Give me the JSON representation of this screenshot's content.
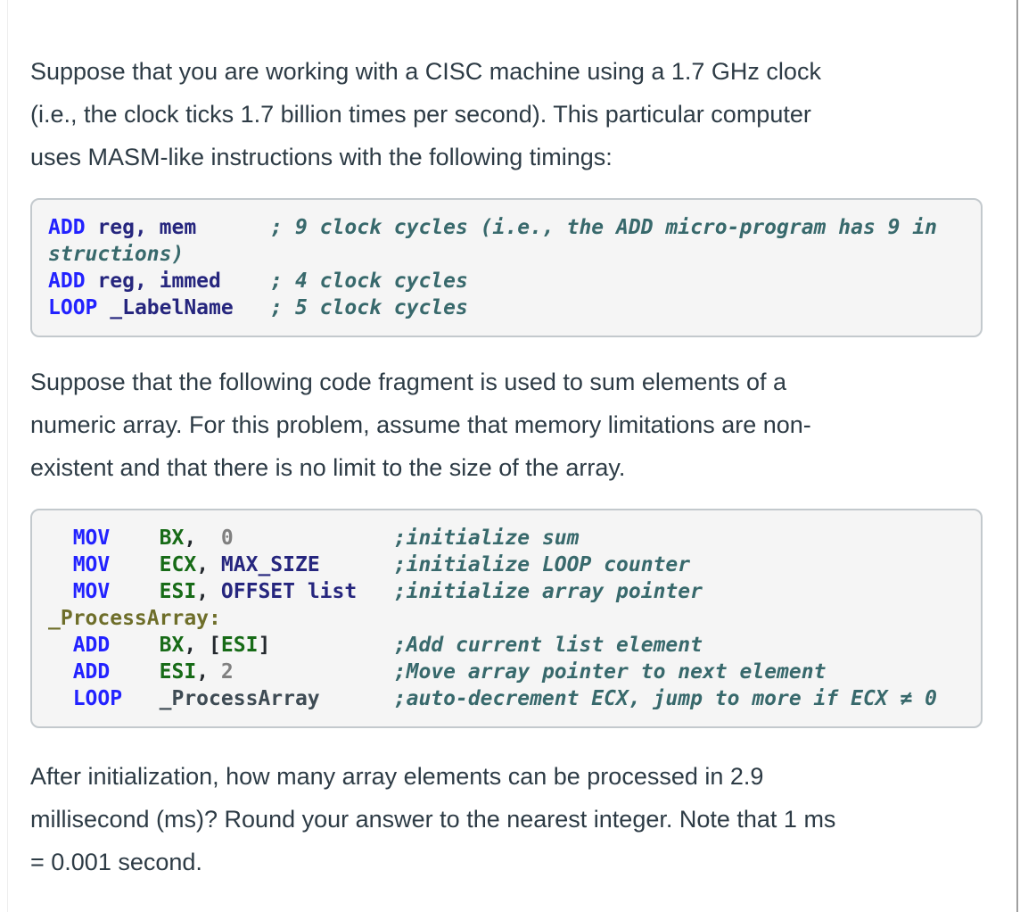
{
  "page": {
    "background": "#ffffff",
    "text_color": "#2d3b45"
  },
  "colors": {
    "keyword": "#2222ff",
    "operand": "#26267e",
    "register": "#176b17",
    "number": "#808080",
    "comment": "#38696c",
    "label": "#6e6e2a",
    "label_ref": "#3e4b54",
    "punct": "#24292e",
    "code_bg": "#f5f5f5",
    "code_border": "#c3c9cd",
    "scrollbar": "#a0a0a0",
    "left_rule": "#ededed"
  },
  "paragraphs": [
    {
      "lines": [
        "Suppose that you are working with a CISC machine using a 1.7 GHz clock",
        "(i.e., the clock ticks 1.7 billion times per second). This particular computer",
        "uses MASM-like instructions with the following timings:"
      ]
    },
    {
      "lines": [
        "Suppose that the following code fragment is used to sum elements of a",
        "numeric array. For this problem, assume that memory limitations are non-",
        "existent and that there is no limit to the size of the array."
      ]
    },
    {
      "lines": [
        "After initialization, how many array elements can be processed in 2.9",
        "millisecond (ms)? Round your answer to the nearest integer. Note that 1 ms",
        "= 0.001 second."
      ]
    }
  ],
  "code_blocks": [
    {
      "lines": [
        [
          {
            "t": "ADD",
            "c": "kw"
          },
          {
            "t": " ",
            "c": ""
          },
          {
            "t": "reg, mem",
            "c": "op"
          },
          {
            "t": "      ",
            "c": ""
          },
          {
            "t": "; 9 clock cycles (i.e., the ADD micro-program has 9 in",
            "c": "cm"
          }
        ],
        [
          {
            "t": "structions)",
            "c": "cm"
          }
        ],
        [
          {
            "t": "ADD",
            "c": "kw"
          },
          {
            "t": " ",
            "c": ""
          },
          {
            "t": "reg, immed",
            "c": "op"
          },
          {
            "t": "    ",
            "c": ""
          },
          {
            "t": "; 4 clock cycles",
            "c": "cm"
          }
        ],
        [
          {
            "t": "LOOP",
            "c": "kw"
          },
          {
            "t": " ",
            "c": ""
          },
          {
            "t": "_LabelName",
            "c": "op"
          },
          {
            "t": "   ",
            "c": ""
          },
          {
            "t": "; 5 clock cycles",
            "c": "cm"
          }
        ]
      ]
    },
    {
      "lines": [
        [
          {
            "t": "  ",
            "c": ""
          },
          {
            "t": "MOV",
            "c": "kw"
          },
          {
            "t": "    ",
            "c": ""
          },
          {
            "t": "BX",
            "c": "reg"
          },
          {
            "t": ",",
            "c": "pn"
          },
          {
            "t": "  ",
            "c": ""
          },
          {
            "t": "0",
            "c": "num"
          },
          {
            "t": "             ",
            "c": ""
          },
          {
            "t": ";initialize sum",
            "c": "cm"
          }
        ],
        [
          {
            "t": "  ",
            "c": ""
          },
          {
            "t": "MOV",
            "c": "kw"
          },
          {
            "t": "    ",
            "c": ""
          },
          {
            "t": "ECX",
            "c": "reg"
          },
          {
            "t": ",",
            "c": "pn"
          },
          {
            "t": " ",
            "c": ""
          },
          {
            "t": "MAX_SIZE",
            "c": "op"
          },
          {
            "t": "      ",
            "c": ""
          },
          {
            "t": ";initialize LOOP counter",
            "c": "cm"
          }
        ],
        [
          {
            "t": "  ",
            "c": ""
          },
          {
            "t": "MOV",
            "c": "kw"
          },
          {
            "t": "    ",
            "c": ""
          },
          {
            "t": "ESI",
            "c": "reg"
          },
          {
            "t": ",",
            "c": "pn"
          },
          {
            "t": " ",
            "c": ""
          },
          {
            "t": "OFFSET list",
            "c": "op"
          },
          {
            "t": "   ",
            "c": ""
          },
          {
            "t": ";initialize array pointer",
            "c": "cm"
          }
        ],
        [
          {
            "t": "_ProcessArray:",
            "c": "lbl"
          }
        ],
        [
          {
            "t": "  ",
            "c": ""
          },
          {
            "t": "ADD",
            "c": "kw"
          },
          {
            "t": "    ",
            "c": ""
          },
          {
            "t": "BX",
            "c": "reg"
          },
          {
            "t": ", ",
            "c": "pn"
          },
          {
            "t": "[",
            "c": "pn"
          },
          {
            "t": "ESI",
            "c": "reg"
          },
          {
            "t": "]",
            "c": "pn"
          },
          {
            "t": "          ",
            "c": ""
          },
          {
            "t": ";Add current list element",
            "c": "cm"
          }
        ],
        [
          {
            "t": "  ",
            "c": ""
          },
          {
            "t": "ADD",
            "c": "kw"
          },
          {
            "t": "    ",
            "c": ""
          },
          {
            "t": "ESI",
            "c": "reg"
          },
          {
            "t": ",",
            "c": "pn"
          },
          {
            "t": " ",
            "c": ""
          },
          {
            "t": "2",
            "c": "num"
          },
          {
            "t": "             ",
            "c": ""
          },
          {
            "t": ";Move array pointer to next element",
            "c": "cm"
          }
        ],
        [
          {
            "t": "  ",
            "c": ""
          },
          {
            "t": "LOOP",
            "c": "kw"
          },
          {
            "t": "   ",
            "c": ""
          },
          {
            "t": "_ProcessArray",
            "c": "ref"
          },
          {
            "t": "      ",
            "c": ""
          },
          {
            "t": ";auto-decrement ECX, jump to more if ECX ≠ 0",
            "c": "cm"
          }
        ]
      ]
    }
  ]
}
